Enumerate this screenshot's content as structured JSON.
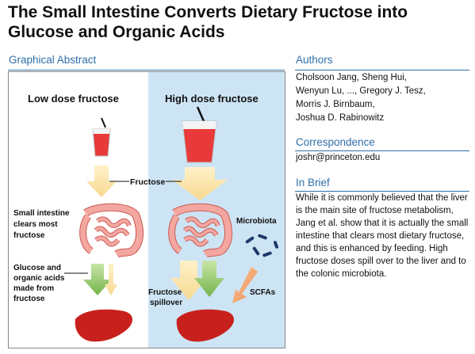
{
  "title_line1": "The Small Intestine Converts Dietary Fructose into",
  "title_line2": "Glucose and Organic Acids",
  "graphical_abstract": {
    "heading": "Graphical Abstract",
    "low_dose_label": "Low dose fructose",
    "high_dose_label": "High dose fructose",
    "fructose_label": "Fructose",
    "small_intestine_label": [
      "Small intestine",
      "clears most",
      "fructose"
    ],
    "microbiota_label": "Microbiota",
    "glucose_label": [
      "Glucose and",
      "organic acids",
      "made from",
      "fructose"
    ],
    "spillover_label": [
      "Fructose",
      "spillover"
    ],
    "scfas_label": "SCFAs",
    "colors": {
      "low_bg": "#ffffff",
      "high_bg": "#cde4f4",
      "juice": "#e83a3a",
      "arrow_yellow": "#fde3a0",
      "arrow_green": "#8fc760",
      "liver": "#c8201c",
      "intestine": "#f4a7a0"
    }
  },
  "authors": {
    "heading": "Authors",
    "lines": [
      "Cholsoon Jang, Sheng Hui,",
      "Wenyun Lu, ..., Gregory J. Tesz,",
      "Morris J. Birnbaum,",
      "Joshua D. Rabinowitz"
    ]
  },
  "correspondence": {
    "heading": "Correspondence",
    "email": "joshr@princeton.edu"
  },
  "in_brief": {
    "heading": "In Brief",
    "text": "While it is commonly believed that the liver is the main site of fructose metabolism, Jang et al. show that it is actually the small intestine that clears most dietary fructose, and this is enhanced by feeding. High fructose doses spill over to the liver and to the colonic microbiota."
  }
}
